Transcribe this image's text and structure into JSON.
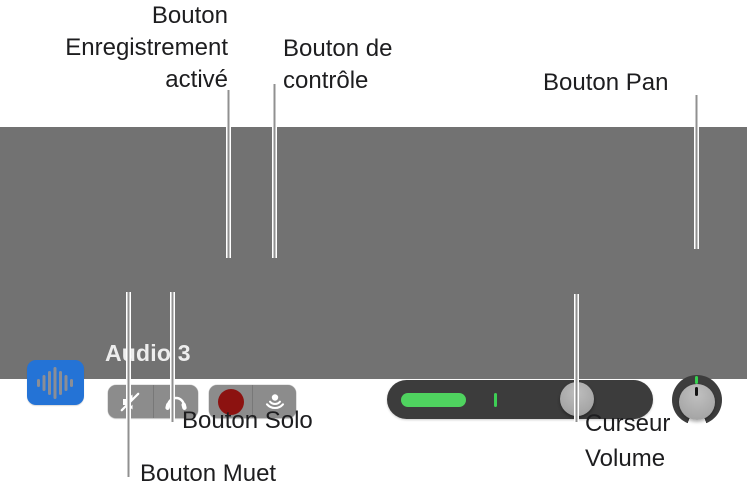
{
  "track": {
    "name": "Audio 3",
    "icon": "audio-waveform-icon",
    "states": {
      "record_enabled": true,
      "muted": false,
      "solo": false,
      "input_monitoring": false
    }
  },
  "callouts": {
    "record": "Bouton\nEnregistrement\nactivé",
    "monitor": "Bouton de\ncontrôle",
    "pan": "Bouton Pan",
    "solo": "Bouton Solo",
    "mute": "Bouton Muet",
    "volume": "Curseur\nVolume"
  },
  "colors": {
    "strip_gray": "#727272",
    "button_gray": "#8c8c8c",
    "record_red": "#8c1210",
    "track_icon_blue": "#2473d6",
    "slider_track_dark": "#3c3c3c",
    "meter_green": "#4fd35f",
    "knob_face_gray": "#a8a8a8",
    "label_text": "#1d1d1f"
  }
}
